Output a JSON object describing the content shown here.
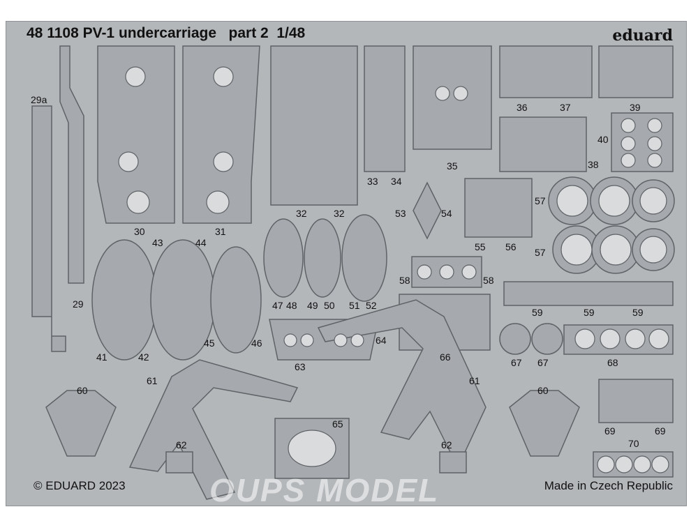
{
  "header": {
    "title": "48 1108 PV-1 undercarriage   part 2  1/48",
    "brand": "eduard"
  },
  "footer": {
    "copyright": "© EDUARD 2023",
    "origin": "Made in Czech Republic"
  },
  "watermark": "OUPS MODEL",
  "part_labels": [
    "29a",
    "29",
    "30",
    "31",
    "32",
    "32",
    "33",
    "34",
    "35",
    "36",
    "37",
    "39",
    "38",
    "40",
    "53",
    "54",
    "55",
    "56",
    "57",
    "57",
    "58",
    "58",
    "59",
    "59",
    "59",
    "43",
    "44",
    "41",
    "42",
    "45",
    "46",
    "47",
    "48",
    "49",
    "50",
    "51",
    "52",
    "63",
    "64",
    "66",
    "67",
    "67",
    "68",
    "60",
    "61",
    "61",
    "60",
    "62",
    "62",
    "65",
    "69",
    "69",
    "70"
  ],
  "colors": {
    "fret": "#b4b7ba",
    "part": "#a6a9ad",
    "etch_line": "#5f6266",
    "hole": "#d9dbdd"
  }
}
